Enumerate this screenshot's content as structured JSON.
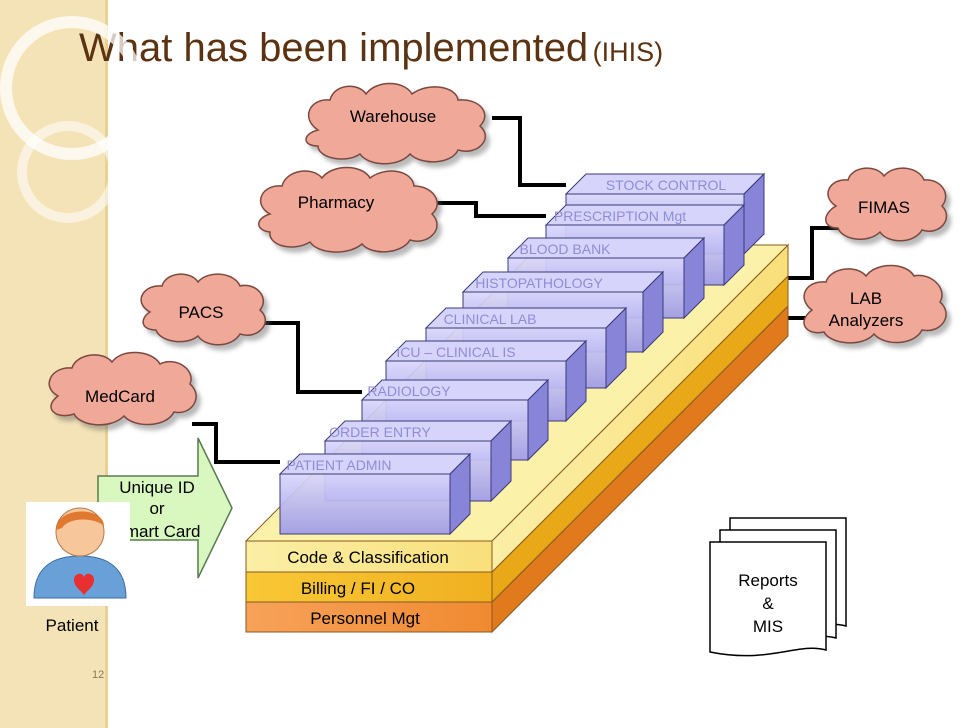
{
  "slide": {
    "title_main": "What has been implemented",
    "title_sub": "(IHIS)",
    "slide_number": "12"
  },
  "clouds": {
    "warehouse": "Warehouse",
    "pharmacy": "Pharmacy",
    "pacs": "PACS",
    "medcard": "MedCard",
    "fimas": "FIMAS",
    "lab_line1": "LAB",
    "lab_line2": "Analyzers"
  },
  "modules": [
    "STOCK CONTROL",
    "PRESCRIPTION Mgt",
    "BLOOD BANK",
    "HISTOPATHOLOGY",
    "CLINICAL LAB",
    "ICU – CLINICAL IS",
    "RADIOLOGY",
    "ORDER ENTRY",
    "PATIENT ADMIN"
  ],
  "base_layers": {
    "code": "Code & Classification",
    "billing": "Billing / FI / CO",
    "personnel": "Personnel Mgt"
  },
  "arrow": {
    "line1": "Unique ID",
    "line2": "or",
    "line3": "Smart Card"
  },
  "patient": {
    "label": "Patient"
  },
  "reports": {
    "line1": "Reports",
    "line2": "&",
    "line3": "MIS"
  },
  "colors": {
    "cloud_fill": "#f0a898",
    "cloud_stroke": "#7a4a40",
    "module_fill": "#b8b4f2",
    "module_text": "#8b88d0",
    "layer_code": "#fcf2a0",
    "layer_billing": "#f8c733",
    "layer_personnel": "#f59c4a",
    "arrow_fill": "#d8f8c0",
    "title_color": "#5b3312"
  }
}
